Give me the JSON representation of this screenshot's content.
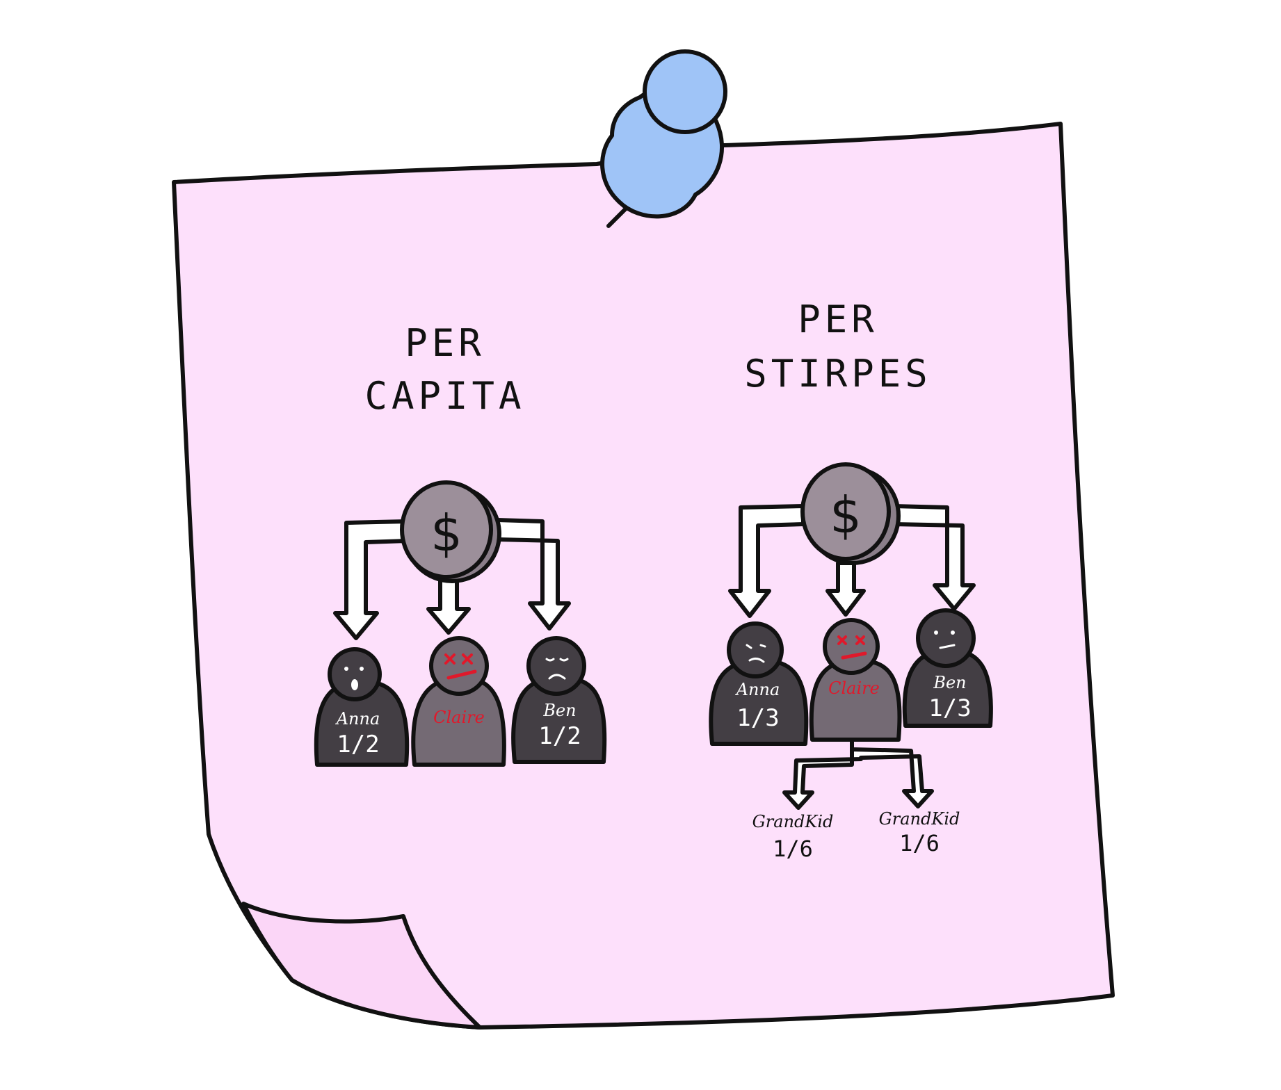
{
  "colors": {
    "note_fill": "#fde0fb",
    "note_outline": "#111111",
    "pin": "#9fc4f7",
    "coin": "#9c8f9a",
    "person_alive": "#433e44",
    "person_deceased": "#746a74",
    "deceased_accent": "#e0192b"
  },
  "per_capita": {
    "title_line1": "PER",
    "title_line2": "CAPITA",
    "coin_symbol": "$",
    "people": [
      {
        "name": "Anna",
        "share": "1/2",
        "status": "alive"
      },
      {
        "name": "Claire",
        "share": "",
        "status": "deceased"
      },
      {
        "name": "Ben",
        "share": "1/2",
        "status": "alive"
      }
    ]
  },
  "per_stirpes": {
    "title_line1": "PER",
    "title_line2": "STIRPES",
    "coin_symbol": "$",
    "people": [
      {
        "name": "Anna",
        "share": "1/3",
        "status": "alive"
      },
      {
        "name": "Claire",
        "share": "",
        "status": "deceased"
      },
      {
        "name": "Ben",
        "share": "1/3",
        "status": "alive"
      }
    ],
    "grandkids": [
      {
        "name": "GrandKid",
        "share": "1/6"
      },
      {
        "name": "GrandKid",
        "share": "1/6"
      }
    ]
  }
}
